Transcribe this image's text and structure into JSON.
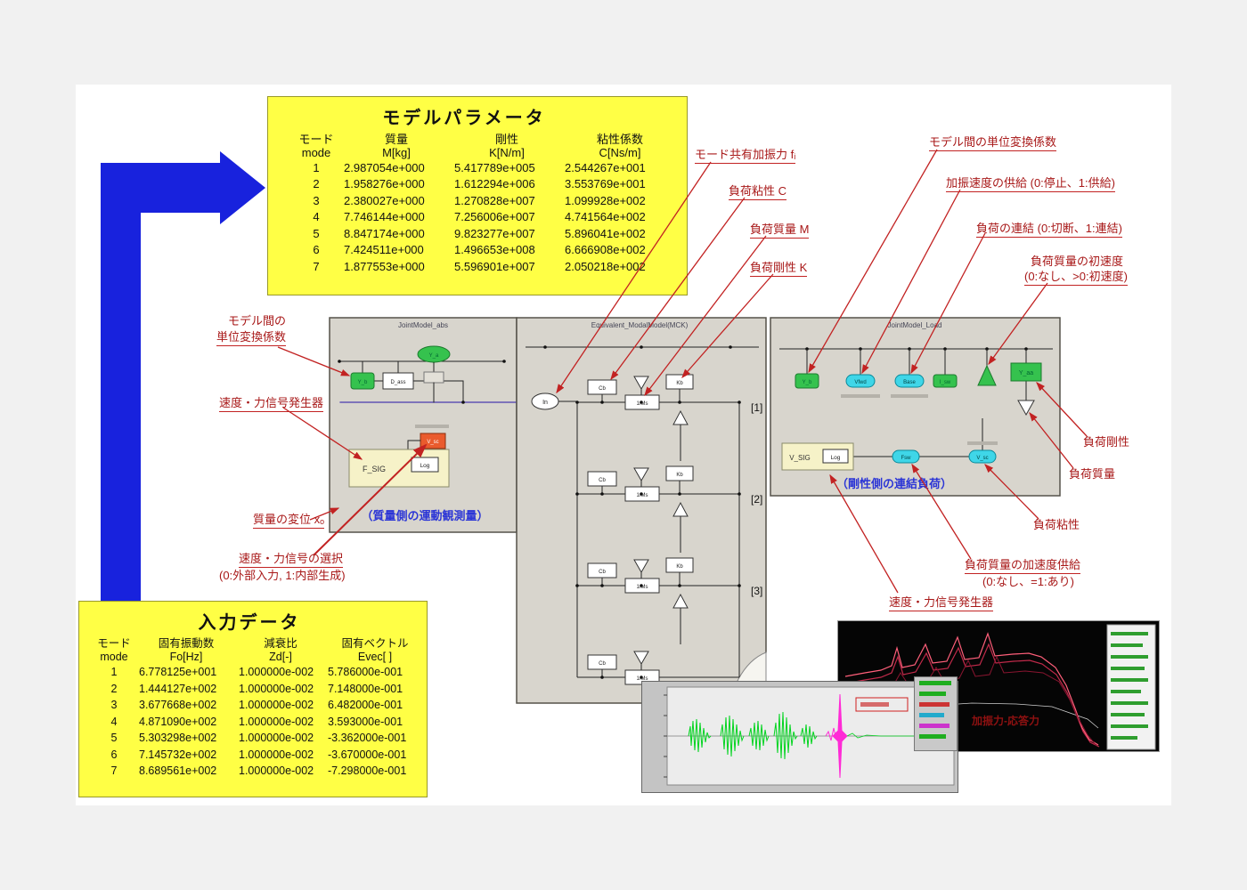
{
  "model_params": {
    "title": "モデルパラメータ",
    "col_headers": [
      [
        "モード",
        "mode"
      ],
      [
        "質量",
        "M[kg]"
      ],
      [
        "剛性",
        "K[N/m]"
      ],
      [
        "粘性係数",
        "C[Ns/m]"
      ]
    ],
    "rows": [
      [
        "1",
        "2.987054e+000",
        "5.417789e+005",
        "2.544267e+001"
      ],
      [
        "2",
        "1.958276e+000",
        "1.612294e+006",
        "3.553769e+001"
      ],
      [
        "3",
        "2.380027e+000",
        "1.270828e+007",
        "1.099928e+002"
      ],
      [
        "4",
        "7.746144e+000",
        "7.256006e+007",
        "4.741564e+002"
      ],
      [
        "5",
        "8.847174e+000",
        "9.823277e+007",
        "5.896041e+002"
      ],
      [
        "6",
        "7.424511e+000",
        "1.496653e+008",
        "6.666908e+002"
      ],
      [
        "7",
        "1.877553e+000",
        "5.596901e+007",
        "2.050218e+002"
      ]
    ]
  },
  "input_data": {
    "title": "入力データ",
    "col_headers": [
      [
        "モード",
        "mode"
      ],
      [
        "固有振動数",
        "Fo[Hz]"
      ],
      [
        "減衰比",
        "Zd[-]"
      ],
      [
        "固有ベクトル",
        "Evec[ ]"
      ]
    ],
    "rows": [
      [
        "1",
        "6.778125e+001",
        "1.000000e-002",
        "5.786000e-001"
      ],
      [
        "2",
        "1.444127e+002",
        "1.000000e-002",
        "7.148000e-001"
      ],
      [
        "3",
        "3.677668e+002",
        "1.000000e-002",
        "6.482000e-001"
      ],
      [
        "4",
        "4.871090e+002",
        "1.000000e-002",
        "3.593000e-001"
      ],
      [
        "5",
        "5.303298e+002",
        "1.000000e-002",
        "-3.362000e-001"
      ],
      [
        "6",
        "7.145732e+002",
        "1.000000e-002",
        "-3.670000e-001"
      ],
      [
        "7",
        "8.689561e+002",
        "1.000000e-002",
        "-7.298000e-001"
      ]
    ]
  },
  "annotations": {
    "mode_force": "モード共有加振力 fᵢ",
    "load_damping_c": "負荷粘性 C",
    "load_mass_m": "負荷質量 M",
    "load_stiffness_k": "負荷剛性 K",
    "unit_conv_right": "モデル間の単位変換係数",
    "excitation_supply": "加振速度の供給 (0:停止、1:供給)",
    "load_connection": "負荷の連結 (0:切断、1:連結)",
    "init_velocity_1": "負荷質量の初速度",
    "init_velocity_2": "(0:なし、>0:初速度)",
    "load_stiffness": "負荷剛性",
    "load_mass": "負荷質量",
    "load_damping": "負荷粘性",
    "accel_supply_1": "負荷質量の加速度供給",
    "accel_supply_2": "(0:なし、=1:あり)",
    "signal_gen_right": "速度・力信号発生器",
    "unit_conv_left_1": "モデル間の",
    "unit_conv_left_2": "単位変換係数",
    "signal_gen_left": "速度・力信号発生器",
    "mass_disp": "質量の変位 xₒ",
    "signal_select_1": "速度・力信号の選択",
    "signal_select_2": "(0:外部入力, 1:内部生成)"
  },
  "diagram": {
    "left_title": "JointModel_abs",
    "mid_title": "Equivalent_ModalModel(MCK)",
    "right_title": "JointModel_Load",
    "left_caption": "（質量側の運動観測量）",
    "right_caption": "（剛性側の連結負荷）",
    "mode_tags": [
      "[1]",
      "[2]",
      "[3]"
    ],
    "blocks": {
      "in": "In",
      "cb": "Cb",
      "ms": "1/Ms",
      "kb": "Kb",
      "l_green": "Y_b",
      "l_dass": "D_ass",
      "l_ya": "Y_a",
      "l_red": "V_sc",
      "l_fsig": "F_SIG",
      "l_log": "Log",
      "r_yb": "Y_b",
      "r_vfwd": "Vfwd",
      "r_base": "Base",
      "r_isw": "I_sw",
      "r_yaa": "Y_aa",
      "r_vsig": "V_SIG",
      "r_log": "Log",
      "r_fsw": "Fsw",
      "r_vsc": "V_sc"
    }
  },
  "scopes": {
    "freq_label": "加振力-応答力"
  },
  "colors": {
    "accent_blue_arrow": "#1822dd",
    "annotation_red": "#a81818",
    "panel_gray": "#d8d5cd",
    "highlight_yellow": "#ffff45",
    "block_green": "#35c24e",
    "block_cyan": "#3fd6e8",
    "wave_green": "#00d41e",
    "wave_magenta": "#ff2bd6"
  }
}
